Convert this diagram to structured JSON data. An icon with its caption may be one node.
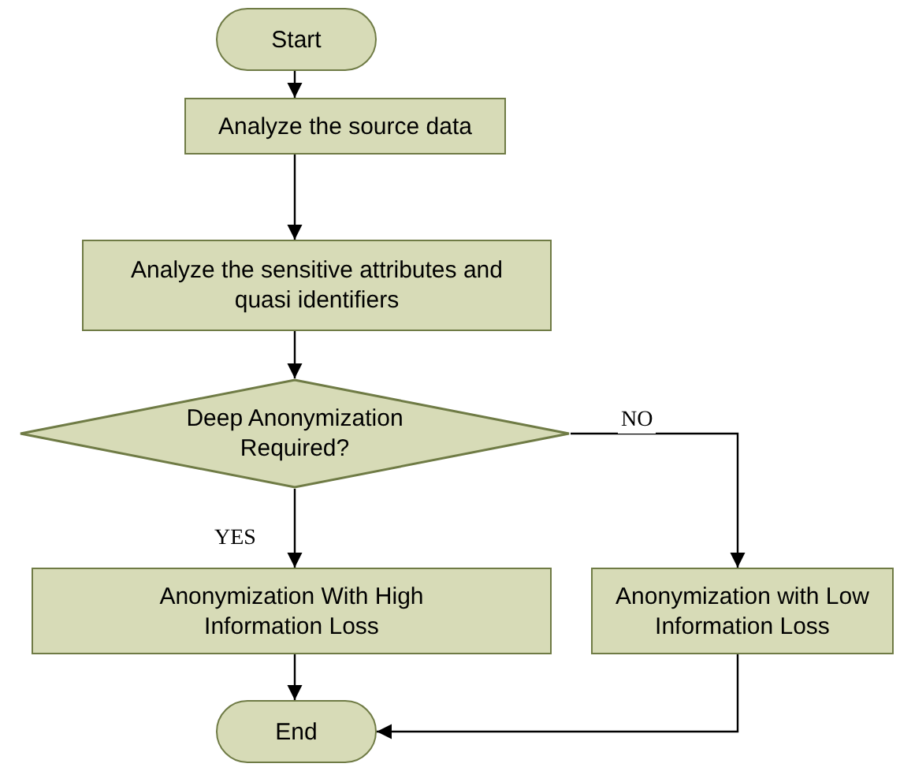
{
  "diagram": {
    "nodes": [
      {
        "text": [
          "Start"
        ]
      },
      {
        "text": [
          "Analyze the source data"
        ]
      },
      {
        "text": [
          "Analyze the sensitive attributes and quasi identifiers"
        ]
      },
      {
        "text": [
          "Deep Anonymization Required?"
        ]
      },
      {
        "text": [
          "Anonymization With High Information Loss"
        ]
      },
      {
        "text": [
          "Anonymization with Low Information Loss"
        ]
      },
      {
        "text": [
          "End"
        ]
      }
    ],
    "edges": [
      {
        "from": 0,
        "to": 1,
        "arrow": "to"
      },
      {
        "from": 1,
        "to": 2,
        "arrow": "to"
      },
      {
        "from": 2,
        "to": 3,
        "arrow": "to"
      },
      {
        "from": 3,
        "to": 4,
        "arrow": "to",
        "label": "YES"
      },
      {
        "from": 3,
        "to": 5,
        "arrow": "to",
        "label": "NO"
      },
      {
        "from": 4,
        "to": 6,
        "arrow": "to"
      },
      {
        "from": 5,
        "to": 6,
        "arrow": "to"
      }
    ]
  }
}
